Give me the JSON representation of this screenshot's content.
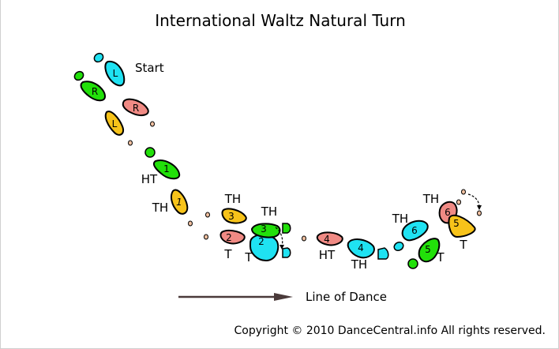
{
  "title": "International Waltz Natural Turn",
  "start_label": "Start",
  "line_of_dance_label": "Line of Dance",
  "copyright": "Copyright © 2010 DanceCentral.info All rights reserved.",
  "colors": {
    "cyan": "#1fe2f2",
    "green": "#22e00a",
    "salmon": "#f08a84",
    "yellow": "#f7c31a",
    "ghost": "#f2c1a1"
  },
  "feet": {
    "start_cyan": "L",
    "start_green": "R",
    "start_salmon": "R",
    "start_yellow": "L",
    "step1_green": "1",
    "step1_yellow": "1",
    "step3_yellow": "3",
    "step2_salmon": "2",
    "step3_green": "3",
    "step2_cyan": "2",
    "step4_salmon": "4",
    "step4_cyan": "4",
    "step6_cyan": "6",
    "step5_green": "5",
    "step6_salmon": "6",
    "step5_yellow": "5"
  },
  "footwork": {
    "step1_green": "HT",
    "step1_yellow": "TH",
    "step3_yellow": "TH",
    "step2_salmon": "T",
    "step3_green": "TH",
    "step2_cyan": "T",
    "step4_salmon": "HT",
    "step4_cyan": "TH",
    "step6_cyan": "TH",
    "step5_green": "T",
    "step6_salmon": "TH",
    "step5_yellow": "T"
  }
}
